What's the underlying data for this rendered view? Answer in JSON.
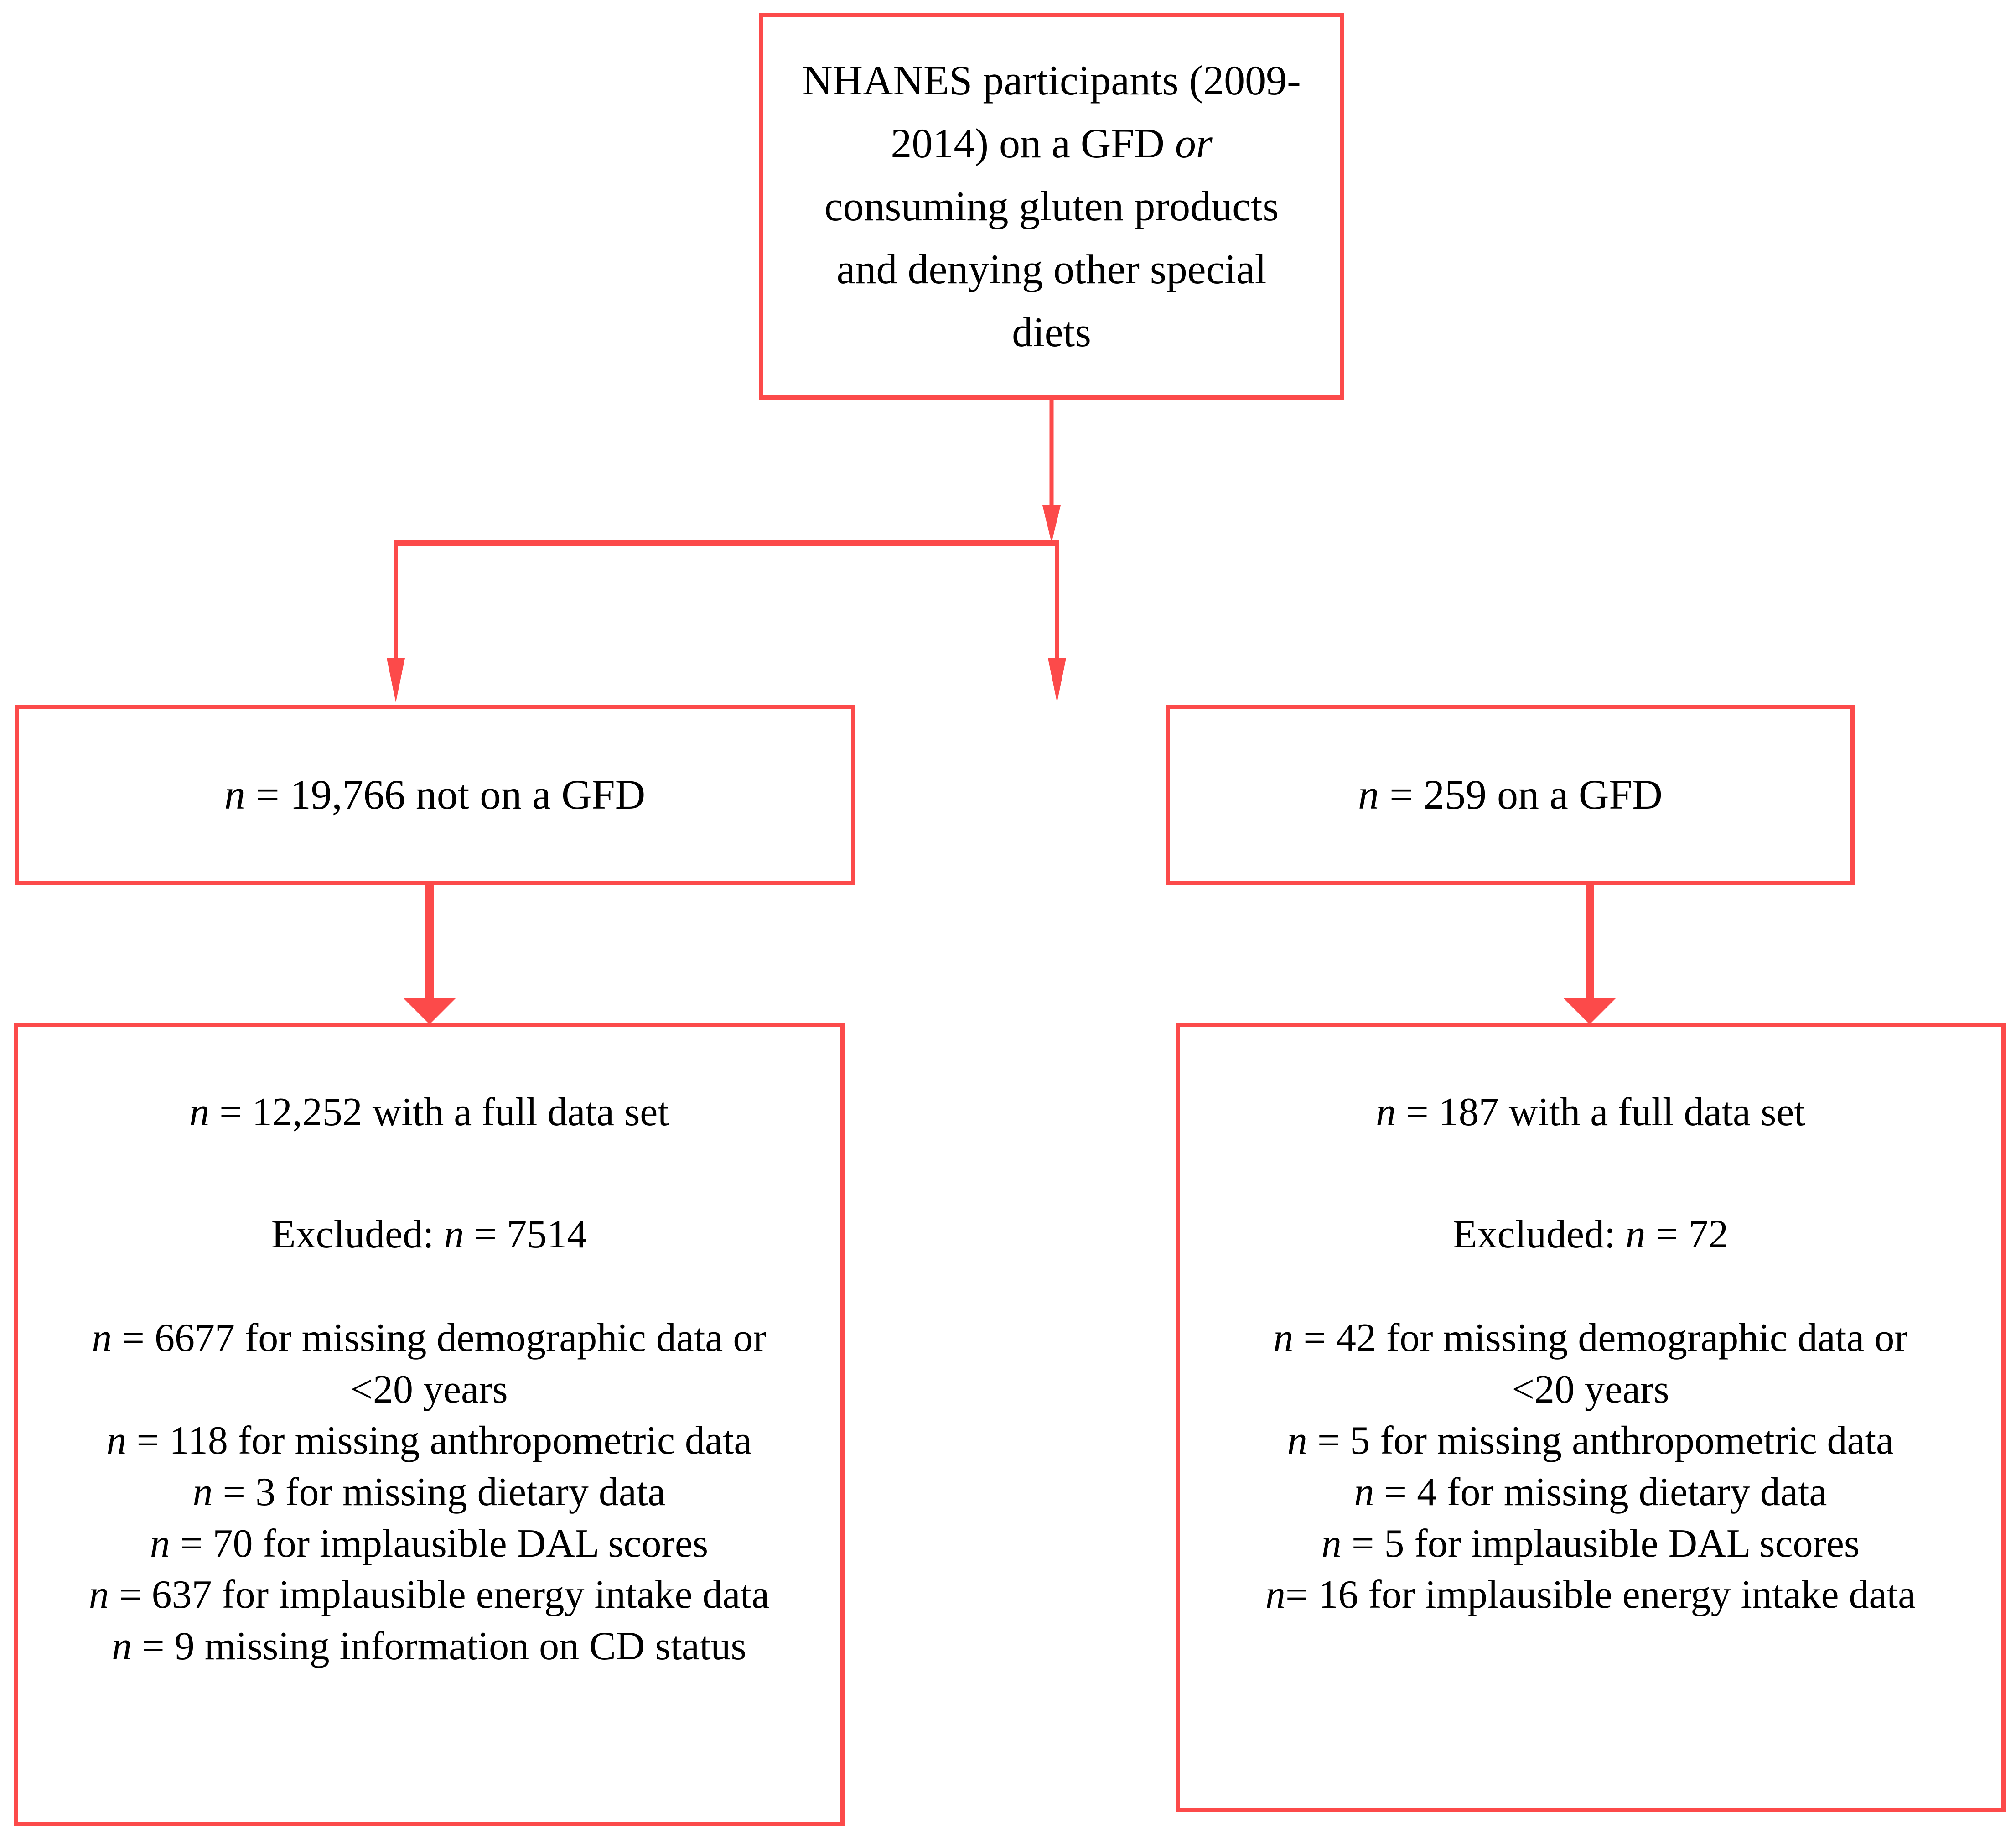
{
  "diagram": {
    "title": "NHANES participant flow diagram",
    "accent_color": "#fc4a4a",
    "text_color": "#000000",
    "background_color": "#ffffff",
    "type": "flowchart"
  },
  "top_box": {
    "line1": "NHANES participants (2009-",
    "line2_pre": "2014) on a GFD ",
    "line2_italic": "or",
    "line3": "consuming gluten products",
    "line4": "and denying other special",
    "line5": "diets"
  },
  "mid_left_box": {
    "n_italic": "n",
    "text": " = 19,766 not on a GFD"
  },
  "mid_right_box": {
    "n_italic": "n",
    "text": " = 259 on a GFD"
  },
  "bottom_left_box": {
    "full_set": {
      "n_italic": "n",
      "text": " = 12,252 with a full data set"
    },
    "excluded": {
      "prefix": "Excluded: ",
      "n_italic": "n",
      "text": " = 7514"
    },
    "reasons": [
      {
        "n_italic": "n",
        "text": " = 6677 for missing demographic data or"
      },
      {
        "n_italic": "",
        "text": "<20 years"
      },
      {
        "n_italic": "n",
        "text": " = 118 for missing anthropometric data"
      },
      {
        "n_italic": "n",
        "text": " = 3 for missing dietary data"
      },
      {
        "n_italic": "n",
        "text": " = 70 for implausible DAL scores"
      },
      {
        "n_italic": "n",
        "text": " = 637 for implausible energy intake data"
      },
      {
        "n_italic": "n",
        "text": " = 9 missing information on CD status"
      }
    ]
  },
  "bottom_right_box": {
    "full_set": {
      "n_italic": "n",
      "text": " = 187 with a full data set"
    },
    "excluded": {
      "prefix": "Excluded: ",
      "n_italic": "n",
      "text": " = 72"
    },
    "reasons": [
      {
        "n_italic": "n",
        "text": " = 42 for missing demographic data or"
      },
      {
        "n_italic": "",
        "text": "<20 years"
      },
      {
        "n_italic": "n",
        "text": " = 5 for missing anthropometric data"
      },
      {
        "n_italic": "n",
        "text": " = 4 for missing dietary data"
      },
      {
        "n_italic": "n",
        "text": " = 5 for implausible DAL scores"
      },
      {
        "n_italic": "n",
        "text": "= 16 for implausible energy intake data"
      }
    ]
  },
  "connectors": {
    "top_to_split": "arrow-down",
    "split_left": "arrow-down",
    "split_right": "arrow-down",
    "mid_left_to_bottom_left": "arrow-down",
    "mid_right_to_bottom_right": "arrow-down"
  }
}
